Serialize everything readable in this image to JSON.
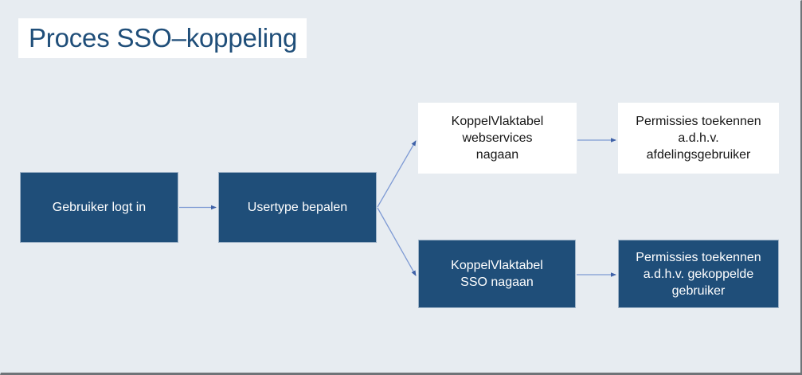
{
  "slide": {
    "title": "Proces SSO–koppeling",
    "background_color": "#e7ecf1",
    "accent_color": "#1f4e79",
    "connector_color": "#4472c4"
  },
  "diagram": {
    "type": "flowchart",
    "nodes": [
      {
        "id": "login",
        "label": "Gebruiker logt in",
        "lines": [
          "Gebruiker logt in"
        ],
        "style": "filled",
        "fill": "#1f4e79",
        "text_color": "#ffffff"
      },
      {
        "id": "usertype",
        "label": "Usertype bepalen",
        "lines": [
          "Usertype bepalen"
        ],
        "style": "filled",
        "fill": "#1f4e79",
        "text_color": "#ffffff"
      },
      {
        "id": "kv_webservices",
        "label": "KoppelVlaktabel webservices nagaan",
        "lines": [
          "KoppelVlaktabel",
          "webservices",
          "nagaan"
        ],
        "style": "plain",
        "fill": "#ffffff",
        "text_color": "#161616"
      },
      {
        "id": "permissies_afdeling",
        "label": "Permissies toekennen a.d.h.v. afdelingsgebruiker",
        "lines": [
          "Permissies toekennen",
          "a.d.h.v.",
          "afdelingsgebruiker"
        ],
        "style": "plain",
        "fill": "#ffffff",
        "text_color": "#161616"
      },
      {
        "id": "kv_sso",
        "label": "KoppelVlaktabel SSO nagaan",
        "lines": [
          "KoppelVlaktabel",
          "SSO nagaan"
        ],
        "style": "filled",
        "fill": "#1f4e79",
        "text_color": "#ffffff"
      },
      {
        "id": "permissies_gekoppeld",
        "label": "Permissies toekennen a.d.h.v. gekoppelde gebruiker",
        "lines": [
          "Permissies toekennen",
          "a.d.h.v. gekoppelde",
          "gebruiker"
        ],
        "style": "filled",
        "fill": "#1f4e79",
        "text_color": "#ffffff"
      }
    ],
    "edges": [
      {
        "from": "login",
        "to": "usertype",
        "shape": "straight"
      },
      {
        "from": "usertype",
        "to": "kv_webservices",
        "shape": "diagonal-up"
      },
      {
        "from": "usertype",
        "to": "kv_sso",
        "shape": "diagonal-down"
      },
      {
        "from": "kv_webservices",
        "to": "permissies_afdeling",
        "shape": "straight"
      },
      {
        "from": "kv_sso",
        "to": "permissies_gekoppeld",
        "shape": "straight"
      }
    ]
  }
}
